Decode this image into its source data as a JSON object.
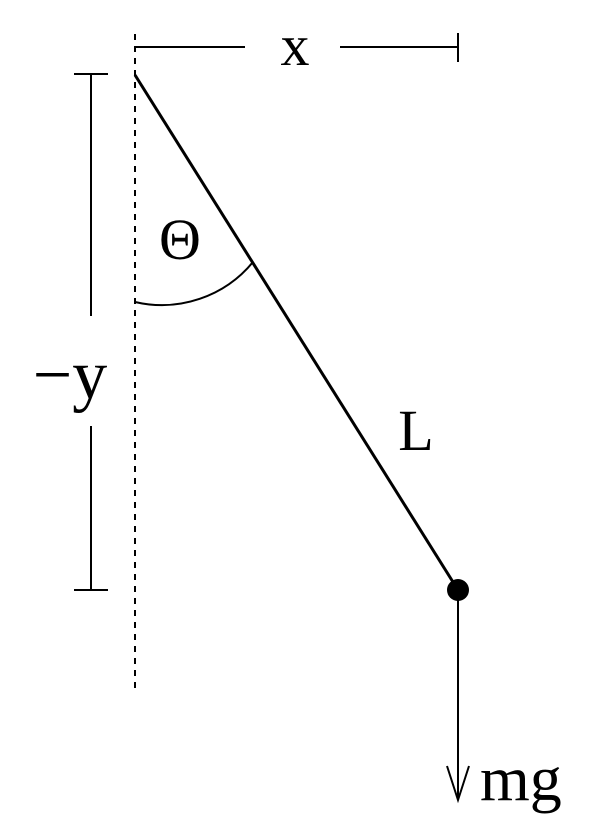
{
  "diagram": {
    "labels": {
      "x": "x",
      "y": "−y",
      "theta": "Θ",
      "length": "L",
      "force": "mg"
    }
  },
  "colors": {
    "stroke": "#000000",
    "background": "#ffffff"
  }
}
